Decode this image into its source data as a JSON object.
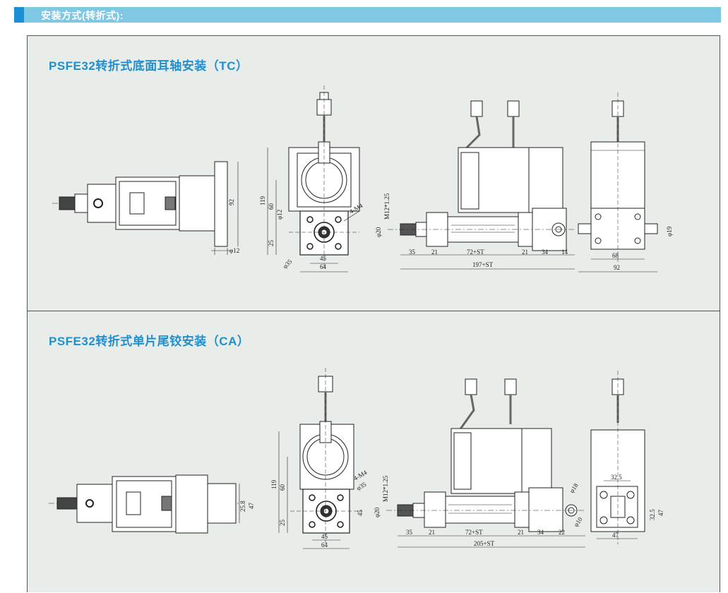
{
  "header": {
    "title": "安装方式(转折式):",
    "accent_color": "#1a8fd6",
    "bar_color": "#7ec8e3"
  },
  "panels": [
    {
      "title": "PSFE32转折式底面耳轴安装（TC）",
      "dims": {
        "side_d12": "φ12",
        "side_92": "92",
        "front_119": "119",
        "front_60": "60",
        "front_25": "25",
        "front_d12": "φ12",
        "front_4m4": "4-M4",
        "front_d35": "φ35",
        "front_45": "45",
        "front_64": "64",
        "rod_d20": "φ20",
        "rod_thread": "M12*1.25",
        "seg_35": "35",
        "seg_21a": "21",
        "seg_72st": "72+ST",
        "seg_21b": "21",
        "seg_34": "34",
        "seg_14": "14",
        "total": "197+ST",
        "end_d19": "φ19",
        "end_68": "68",
        "end_92": "92"
      }
    },
    {
      "title": "PSFE32转折式单片尾铰安装（CA）",
      "dims": {
        "side_25_8": "25.8",
        "side_47": "47",
        "front_119": "119",
        "front_60": "60",
        "front_25": "25",
        "front_45v": "45",
        "front_4m4": "4-M4",
        "front_d35": "φ35",
        "front_45": "45",
        "front_64": "64",
        "rod_d20": "φ20",
        "rod_thread": "M12*1.25",
        "seg_35": "35",
        "seg_21a": "21",
        "seg_72st": "72+ST",
        "seg_21b": "21",
        "seg_34": "34",
        "seg_22": "22",
        "total": "205+ST",
        "pin_d18": "φ18",
        "pin_d10": "φ10",
        "end_32_5h": "32.5",
        "end_32_5v": "32.5",
        "end_47v": "47",
        "end_47": "47"
      }
    }
  ]
}
